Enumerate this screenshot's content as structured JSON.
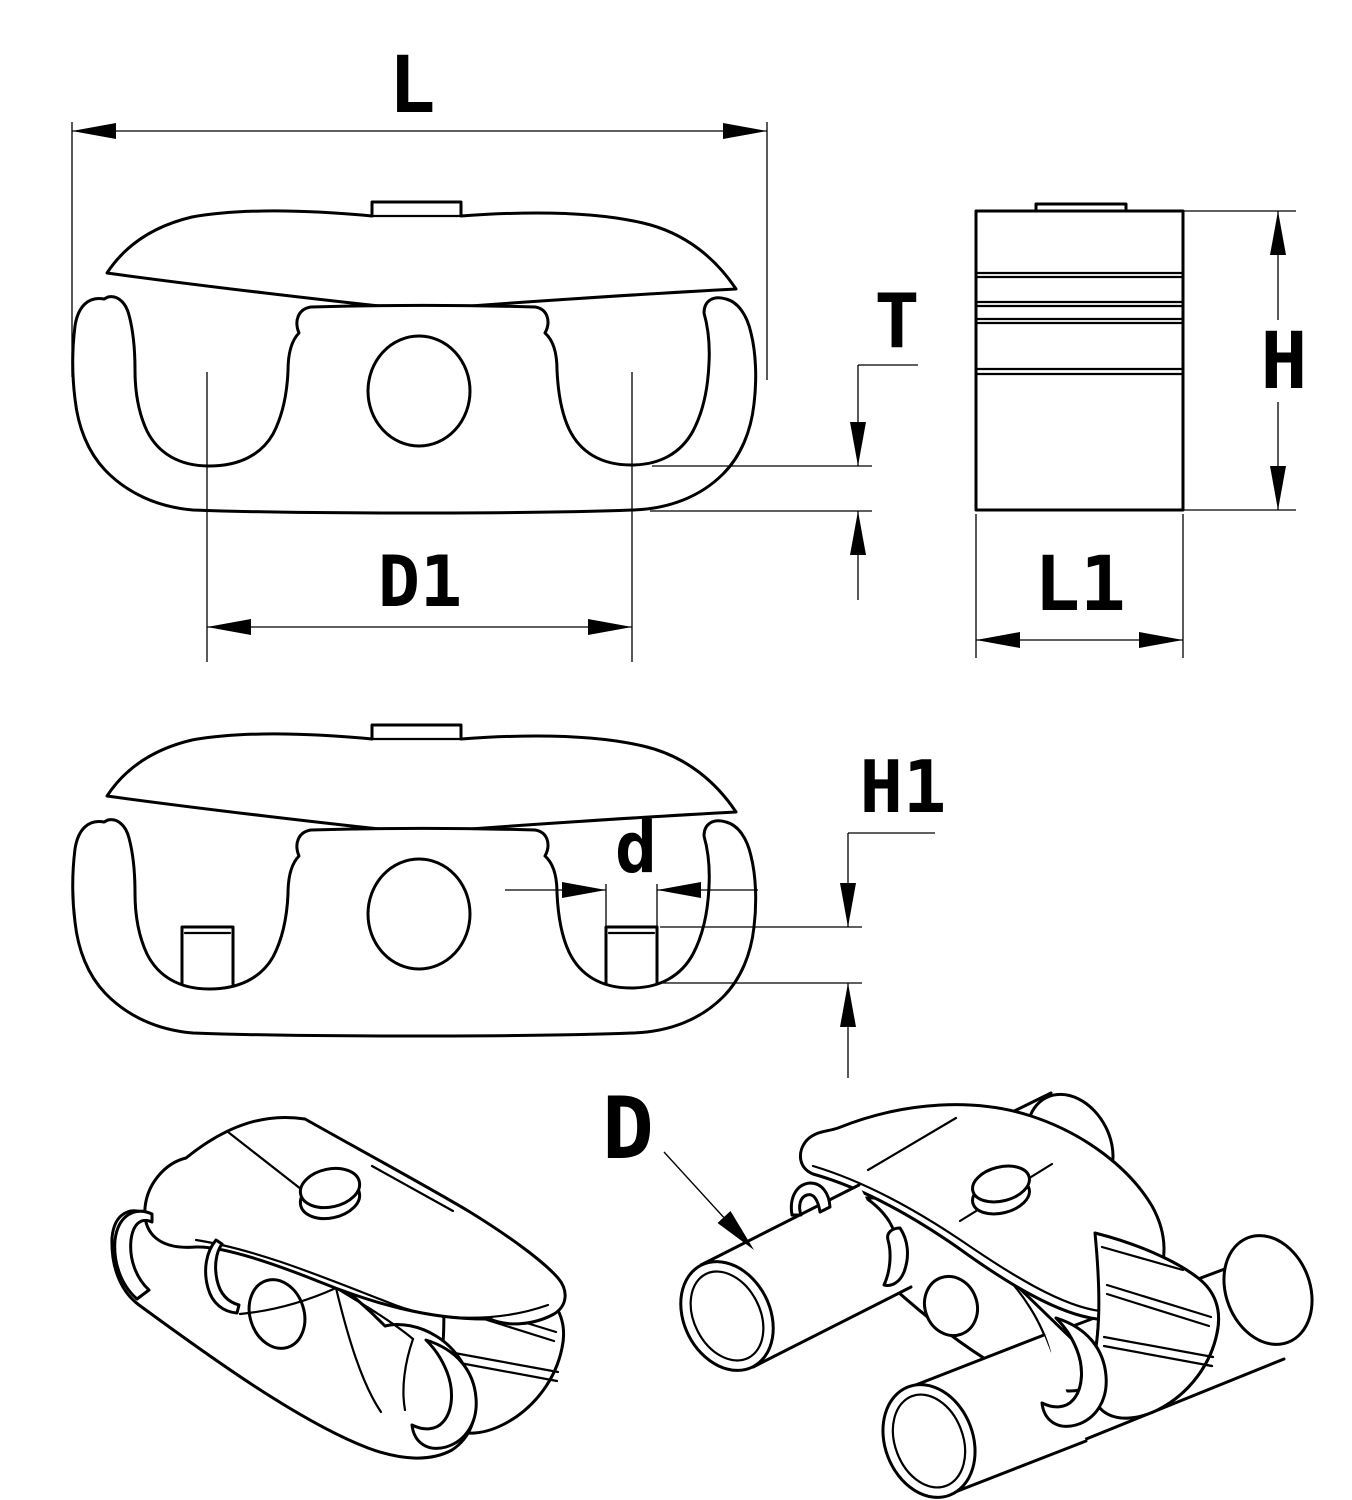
{
  "drawing": {
    "background_color": "#ffffff",
    "line_color": "#000000",
    "labels": {
      "overall_length": "L",
      "center_distance": "D1",
      "base_thickness": "T",
      "side_height": "H",
      "side_width": "L1",
      "notch_width": "d",
      "notch_height": "H1",
      "tube_diameter": "D"
    }
  }
}
